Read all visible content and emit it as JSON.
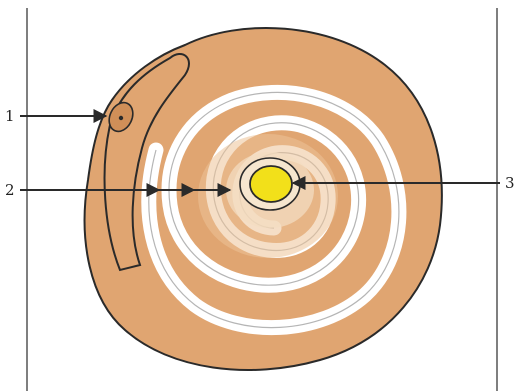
{
  "diagram": {
    "callouts": [
      {
        "id": "1",
        "label": "1"
      },
      {
        "id": "2",
        "label": "2"
      },
      {
        "id": "3",
        "label": "3"
      }
    ],
    "colors": {
      "background": "#ffffff",
      "frame_line": "#555555",
      "outline": "#2a2a2a",
      "outer_layer": "#e0a571",
      "mid_layer": "#ecc298",
      "inner_layer": "#f3dcc0",
      "core": "#f2e01a",
      "arrow": "#2a2a2a"
    }
  }
}
